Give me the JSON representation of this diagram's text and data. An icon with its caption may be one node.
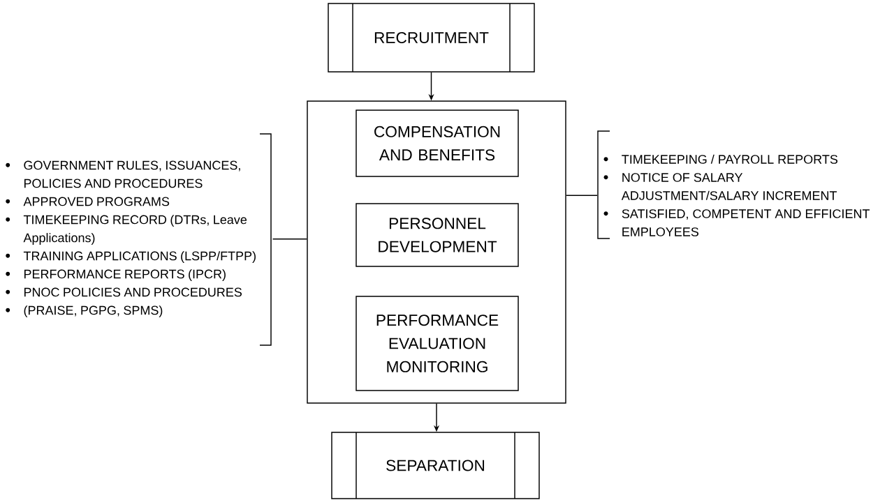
{
  "diagram": {
    "nodes": [
      {
        "text": [
          "RECRUITMENT"
        ]
      },
      {
        "text": [],
        "shape": "box"
      },
      {
        "text": [
          "COMPENSATION AND BENEFITS"
        ],
        "in": 1
      },
      {
        "text": [
          "PERSONNEL DEVELOPMENT"
        ],
        "in": 1
      },
      {
        "text": [
          "PERFORMANCE EVALUATION MONITORING"
        ],
        "in": 1
      },
      {
        "text": [
          "SEPARATION"
        ]
      },
      {
        "text": [
          "GOVERNMENT RULES, ISSUANCES, POLICIES AND PROCEDURES",
          "APPROVED PROGRAMS",
          "TIMEKEEPING RECORD (DTRs, Leave Applications)",
          "TRAINING APPLICATIONS (LSPP/FTPP)",
          "PERFORMANCE REPORTS (IPCR)",
          "PNOC POLICIES AND PROCEDURES",
          "(PRAISE, PGPG, SPMS)"
        ]
      },
      {
        "text": [
          "TIMEKEEPING / PAYROLL REPORTS",
          "NOTICE OF SALARY ADJUSTMENT/SALARY INCREMENT",
          "SATISFIED, COMPETENT AND EFFICIENT EMPLOYEES"
        ]
      }
    ],
    "edges": [
      {
        "from": 0,
        "to": 1,
        "arrow": "to"
      },
      {
        "from": 1,
        "to": 5,
        "arrow": "to"
      },
      {
        "from": 6,
        "to": 1,
        "arrow": "none"
      },
      {
        "from": 1,
        "to": 7,
        "arrow": "none"
      }
    ]
  }
}
